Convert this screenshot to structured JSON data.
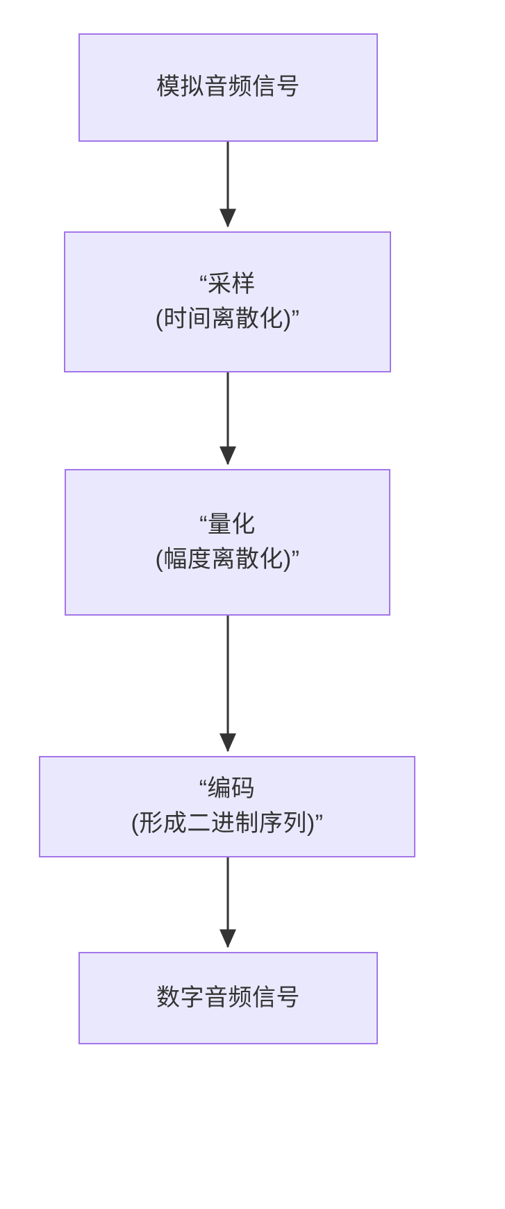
{
  "diagram": {
    "type": "flowchart",
    "direction": "top-to-bottom",
    "background_color": "#ffffff",
    "node_fill_color": "#eae8fd",
    "node_border_color": "#a375e8",
    "node_text_color": "#333333",
    "edge_color": "#333333",
    "nodes": [
      {
        "id": "analog-audio-signal",
        "label": "模拟音频信号"
      },
      {
        "id": "sampling",
        "label": "“采样\n(时间离散化)”"
      },
      {
        "id": "quantization",
        "label": "“量化\n(幅度离散化)”"
      },
      {
        "id": "encoding",
        "label": "“编码\n(形成二进制序列)”"
      },
      {
        "id": "digital-audio-signal",
        "label": "数字音频信号"
      }
    ],
    "edges": [
      {
        "from": "analog-audio-signal",
        "to": "sampling",
        "label": ""
      },
      {
        "from": "sampling",
        "to": "quantization",
        "label": ""
      },
      {
        "from": "quantization",
        "to": "encoding",
        "label": ""
      },
      {
        "from": "encoding",
        "to": "digital-audio-signal",
        "label": ""
      }
    ]
  }
}
